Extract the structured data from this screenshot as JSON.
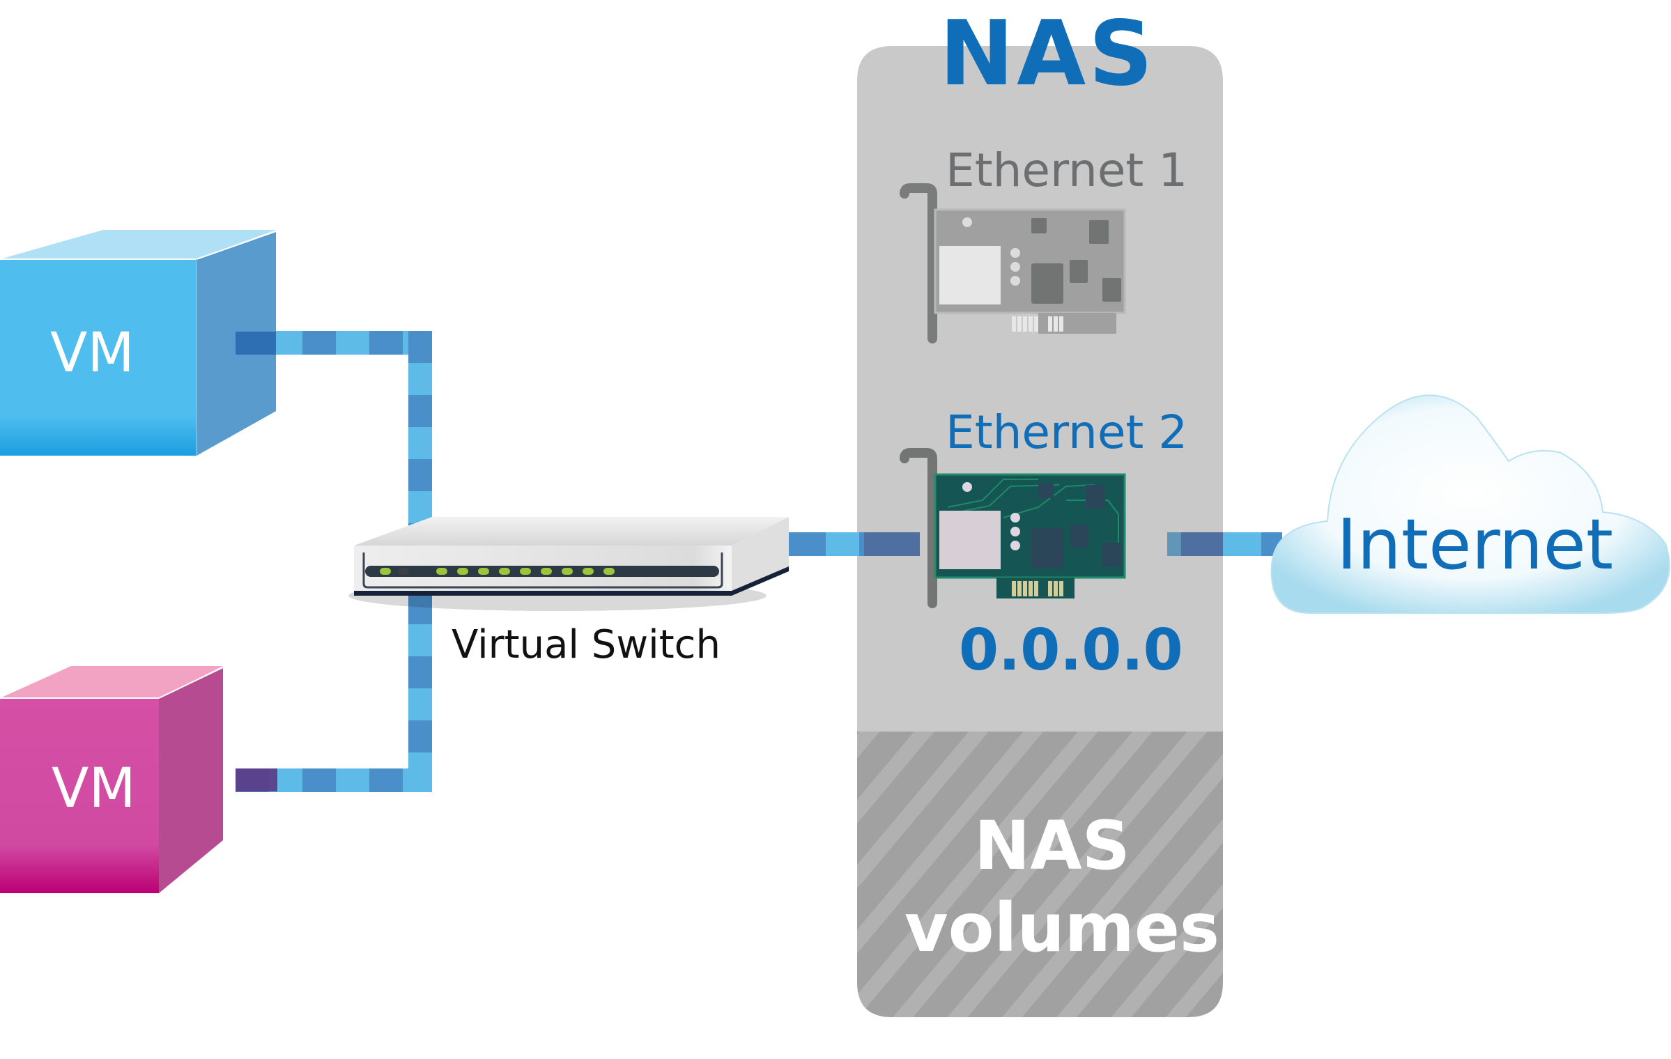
{
  "diagram": {
    "title": "NAS",
    "nas_panel": {
      "title": "NAS",
      "adapters": [
        {
          "label": "Ethernet 1",
          "state": "inactive",
          "color": "#6d6e70"
        },
        {
          "label": "Ethernet 2",
          "state": "active",
          "color": "#106db8",
          "ip_address": "0.0.0.0"
        }
      ],
      "volumes": {
        "line1": "NAS",
        "line2": "volumes"
      }
    },
    "vms": [
      {
        "label": "VM",
        "color": "#4fbdee"
      },
      {
        "label": "VM",
        "color": "#d44fa5"
      }
    ],
    "switch": {
      "label": "Virtual Switch",
      "port_leds": 10
    },
    "internet": {
      "label": "Internet"
    },
    "connections": [
      {
        "from": "VM 1",
        "to": "Virtual Switch"
      },
      {
        "from": "VM 2",
        "to": "Virtual Switch"
      },
      {
        "from": "Virtual Switch",
        "to": "Ethernet 2"
      },
      {
        "from": "Ethernet 2",
        "to": "Internet"
      }
    ],
    "colors": {
      "accent_blue": "#106db8",
      "link_light": "#5ebbe8",
      "link_dark": "#4a8fc9",
      "nas_panel": "#c8c9c8",
      "nas_volumes": "#a0a1a0"
    }
  }
}
